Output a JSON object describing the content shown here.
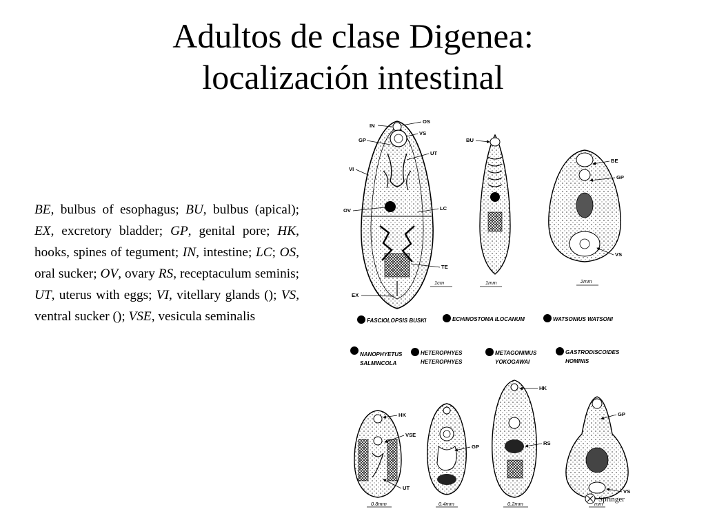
{
  "slide": {
    "title_line1": "Adultos de clase Digenea:",
    "title_line2": "localización intestinal"
  },
  "legend": [
    {
      "abbr": "BE",
      "desc": ", bulbus of esophagus; "
    },
    {
      "abbr": "BU",
      "desc": ", bulbus (apical); "
    },
    {
      "abbr": "EX",
      "desc": ", excretory bladder; "
    },
    {
      "abbr": "GP",
      "desc": ", genital pore; "
    },
    {
      "abbr": "HK",
      "desc": ", hooks, spines of tegument; "
    },
    {
      "abbr": "IN",
      "desc": ", intestine; "
    },
    {
      "abbr": "LC",
      "desc": "; "
    },
    {
      "abbr": "OS",
      "desc": ", oral sucker; "
    },
    {
      "abbr": "OV",
      "desc": ", ovary "
    },
    {
      "abbr": "RS",
      "desc": ", receptaculum seminis; "
    },
    {
      "abbr": "UT",
      "desc": ", uterus with eggs; "
    },
    {
      "abbr": "VI",
      "desc": ", vitellary glands (); "
    },
    {
      "abbr": "VS",
      "desc": ", ventral sucker (); "
    },
    {
      "abbr": "VSE",
      "desc": ", vesicula seminalis"
    }
  ],
  "figure": {
    "labels": {
      "in": "IN",
      "os": "OS",
      "vs": "VS",
      "gp": "GP",
      "ut": "UT",
      "vi": "VI",
      "ov": "OV",
      "lc": "LC",
      "te": "TE",
      "ex": "EX",
      "bu": "BU",
      "be": "BE",
      "gp2": "GP",
      "vs2": "VS",
      "hk": "HK",
      "vse": "VSE",
      "ut2": "UT",
      "gp3": "GP",
      "hk2": "HK",
      "rs": "RS",
      "gp4": "GP",
      "vs3": "VS"
    },
    "scales": {
      "s1": "1cm",
      "s2": "1mm",
      "s3": "2mm",
      "s4": "0.8mm",
      "s5": "0.4mm",
      "s6": "0.2mm",
      "s7": "mm"
    },
    "species": {
      "fasciolopsis": "FASCIOLOPSIS  BUSKI",
      "echinostoma": "ECHINOSTOMA  ILOCANUM",
      "watsonius": "WATSONIUS  WATSONI",
      "nanophyetus_1": "NANOPHYETUS",
      "nanophyetus_2": "SALMINCOLA",
      "heterophyes_1": "HETEROPHYES",
      "heterophyes_2": "HETEROPHYES",
      "metagonimus_1": "METAGONIMUS",
      "metagonimus_2": "YOKOGAWAI",
      "gastrodiscoides_1": "GASTRODISCOIDES",
      "gastrodiscoides_2": "HOMINIS"
    },
    "publisher": "Springer"
  }
}
